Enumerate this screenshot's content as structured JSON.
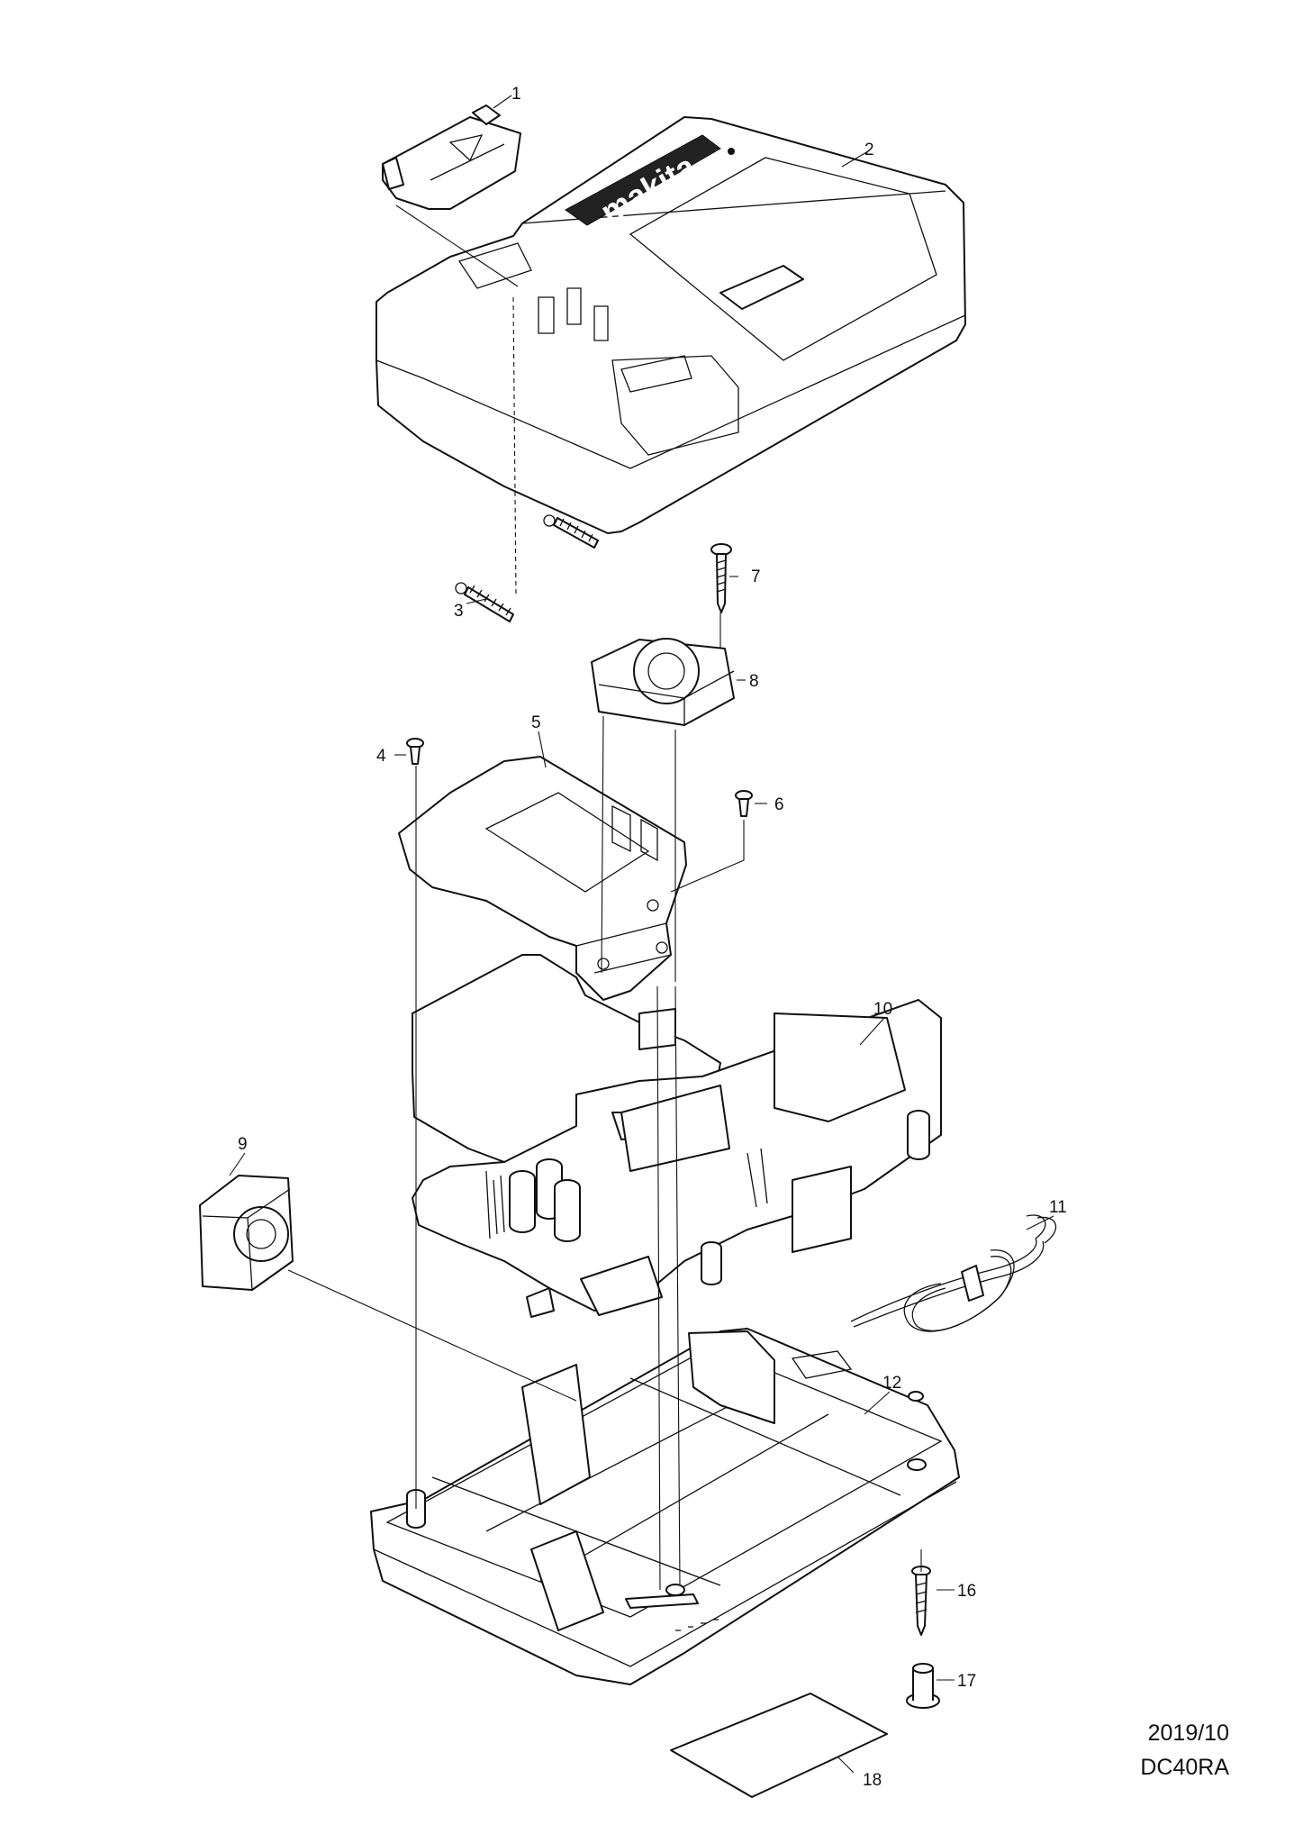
{
  "callouts": [
    "1",
    "2",
    "3",
    "4",
    "5",
    "6",
    "7",
    "8",
    "9",
    "10",
    "11",
    "12",
    "16",
    "17",
    "18"
  ],
  "brand_logo": "makita",
  "footer": {
    "date": "2019/10",
    "model": "DC40RA"
  },
  "colors": {
    "line": "#111111",
    "background": "#ffffff"
  }
}
